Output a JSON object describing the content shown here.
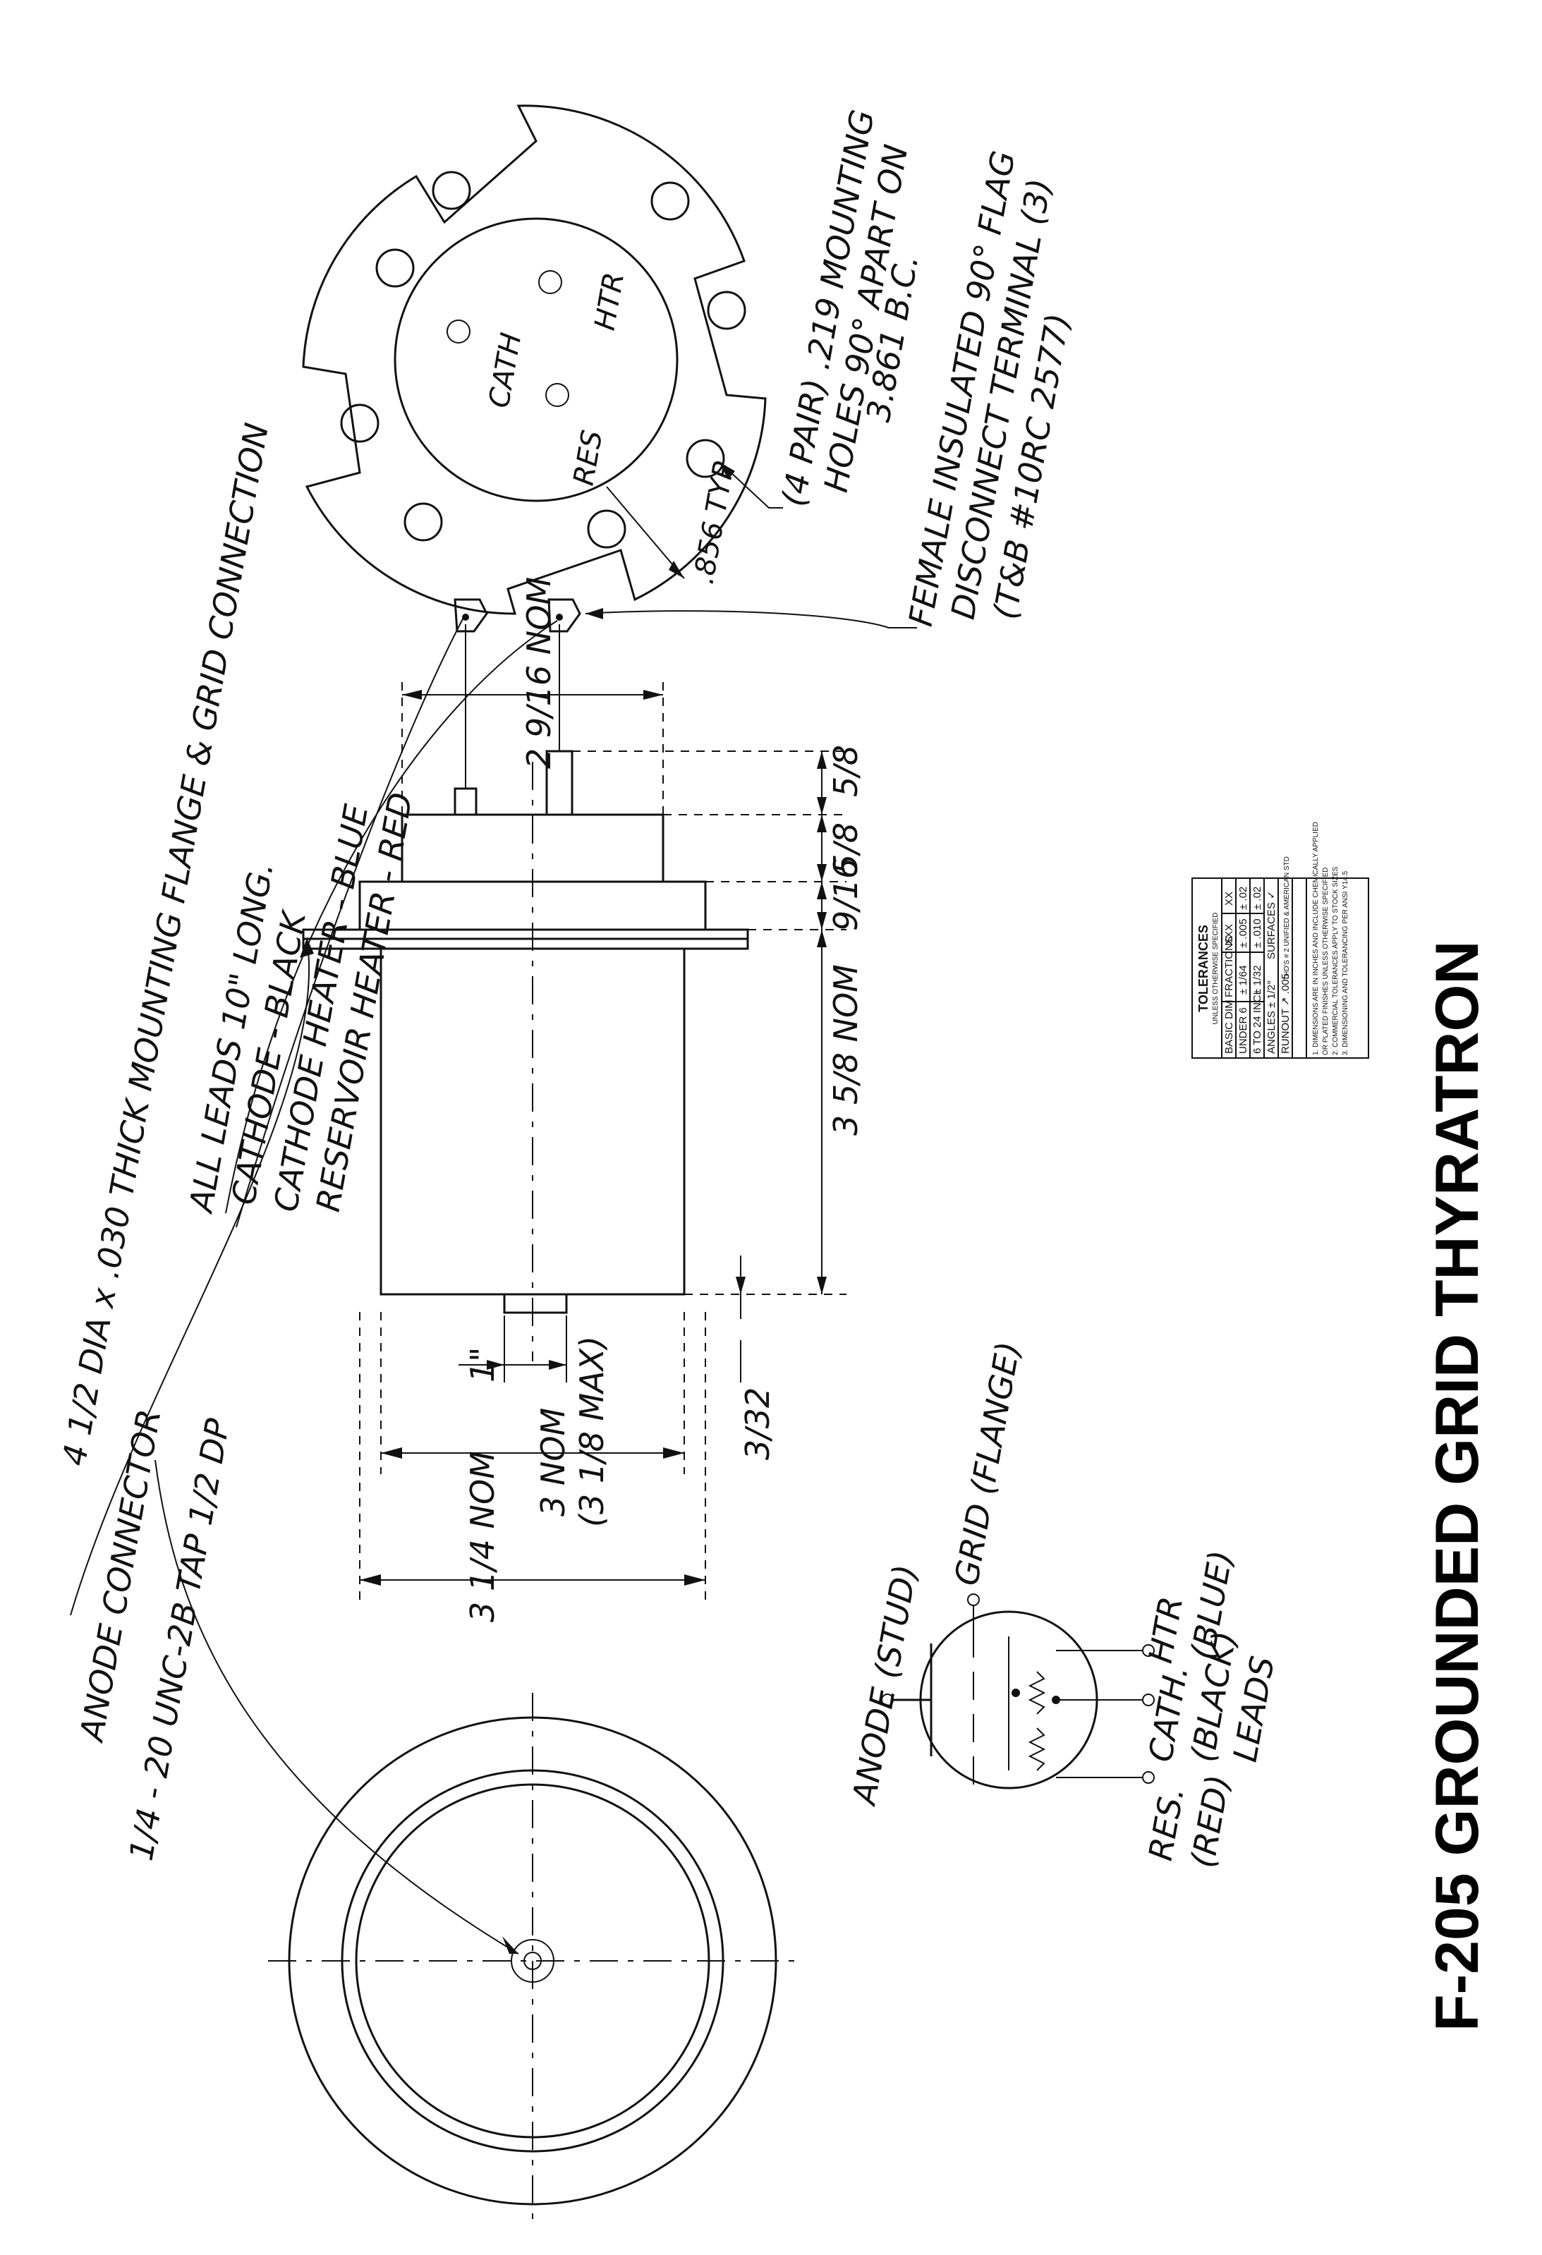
{
  "title": "F-205 GROUNDED GRID THYRATRON",
  "end_view": {
    "anode_connector": "ANODE CONNECTOR",
    "anode_thread": "1/4 - 20 UNC-2B TAP 1/2 DP"
  },
  "dimensions": {
    "overall_dia": "3 1/4 NOM",
    "body_dia_nom": "3 NOM",
    "body_dia_max": "(3 1/8 MAX)",
    "stud_len": "1\"",
    "stud_offset": "3/32",
    "body_len": "3 5/8 NOM",
    "flange_gap": "9/16",
    "step1": "5/8",
    "step2": "5/8",
    "lead_spacing": "2 9/16 NOM",
    "bolt_circle_dim": ".856 TYP"
  },
  "notes": {
    "flange": "4 1/2 DIA x .030 THICK MOUNTING FLANGE & GRID CONNECTION",
    "leads_1": "ALL LEADS 10\" LONG.",
    "leads_2": "CATHODE - BLACK",
    "leads_3": "CATHODE HEATER - BLUE",
    "leads_4": "RESERVOIR HEATER - RED",
    "holes_1": "(4 PAIR) .219 MOUNTING",
    "holes_2": "HOLES 90° APART ON",
    "holes_3": "3.861 B.C.",
    "terminal_1": "FEMALE INSULATED 90° FLAG",
    "terminal_2": "DISCONNECT TERMINAL (3)",
    "terminal_3": "(T&B #10RC 2577)"
  },
  "base_view": {
    "cath": "CATH",
    "htr": "HTR",
    "res": "RES"
  },
  "schematic": {
    "anode": "ANODE (STUD)",
    "grid": "GRID (FLANGE)",
    "res": "RES.",
    "res_color": "(RED)",
    "cath": "CATH.",
    "cath_color": "(BLACK)",
    "htr": "HTR",
    "htr_color": "(BLUE)",
    "leads": "LEADS"
  },
  "tolerances": {
    "header": "TOLERANCES",
    "subheader": "UNLESS OTHERWISE SPECIFIED",
    "cols": [
      "BASIC DIM",
      "FRACTIONS",
      "XXX",
      "XX"
    ],
    "rows": [
      [
        "UNDER 6",
        "± 1/64",
        "± .005",
        "± .02"
      ],
      [
        "6 TO 24 INCL",
        "± 1/32",
        "± .010",
        "± .02"
      ]
    ],
    "angles": "ANGLES ± 1/2°",
    "surfaces": "SURFACES ✓",
    "runout": "RUNOUT ↗ .005",
    "thread": "THD'S # 2 UNIFIED & AMERICAN STD",
    "notes": [
      "1. DIMENSIONS ARE IN INCHES AND INCLUDE CHEMICALLY APPLIED",
      "OR PLATED FINISHES UNLESS OTHERWISE SPECIFIED",
      "2. COMMERCIAL TOLERANCES APPLY TO STOCK SIZES",
      "3. DIMENSIONING AND TOLERANCING PER ANSI Y14.5"
    ]
  }
}
